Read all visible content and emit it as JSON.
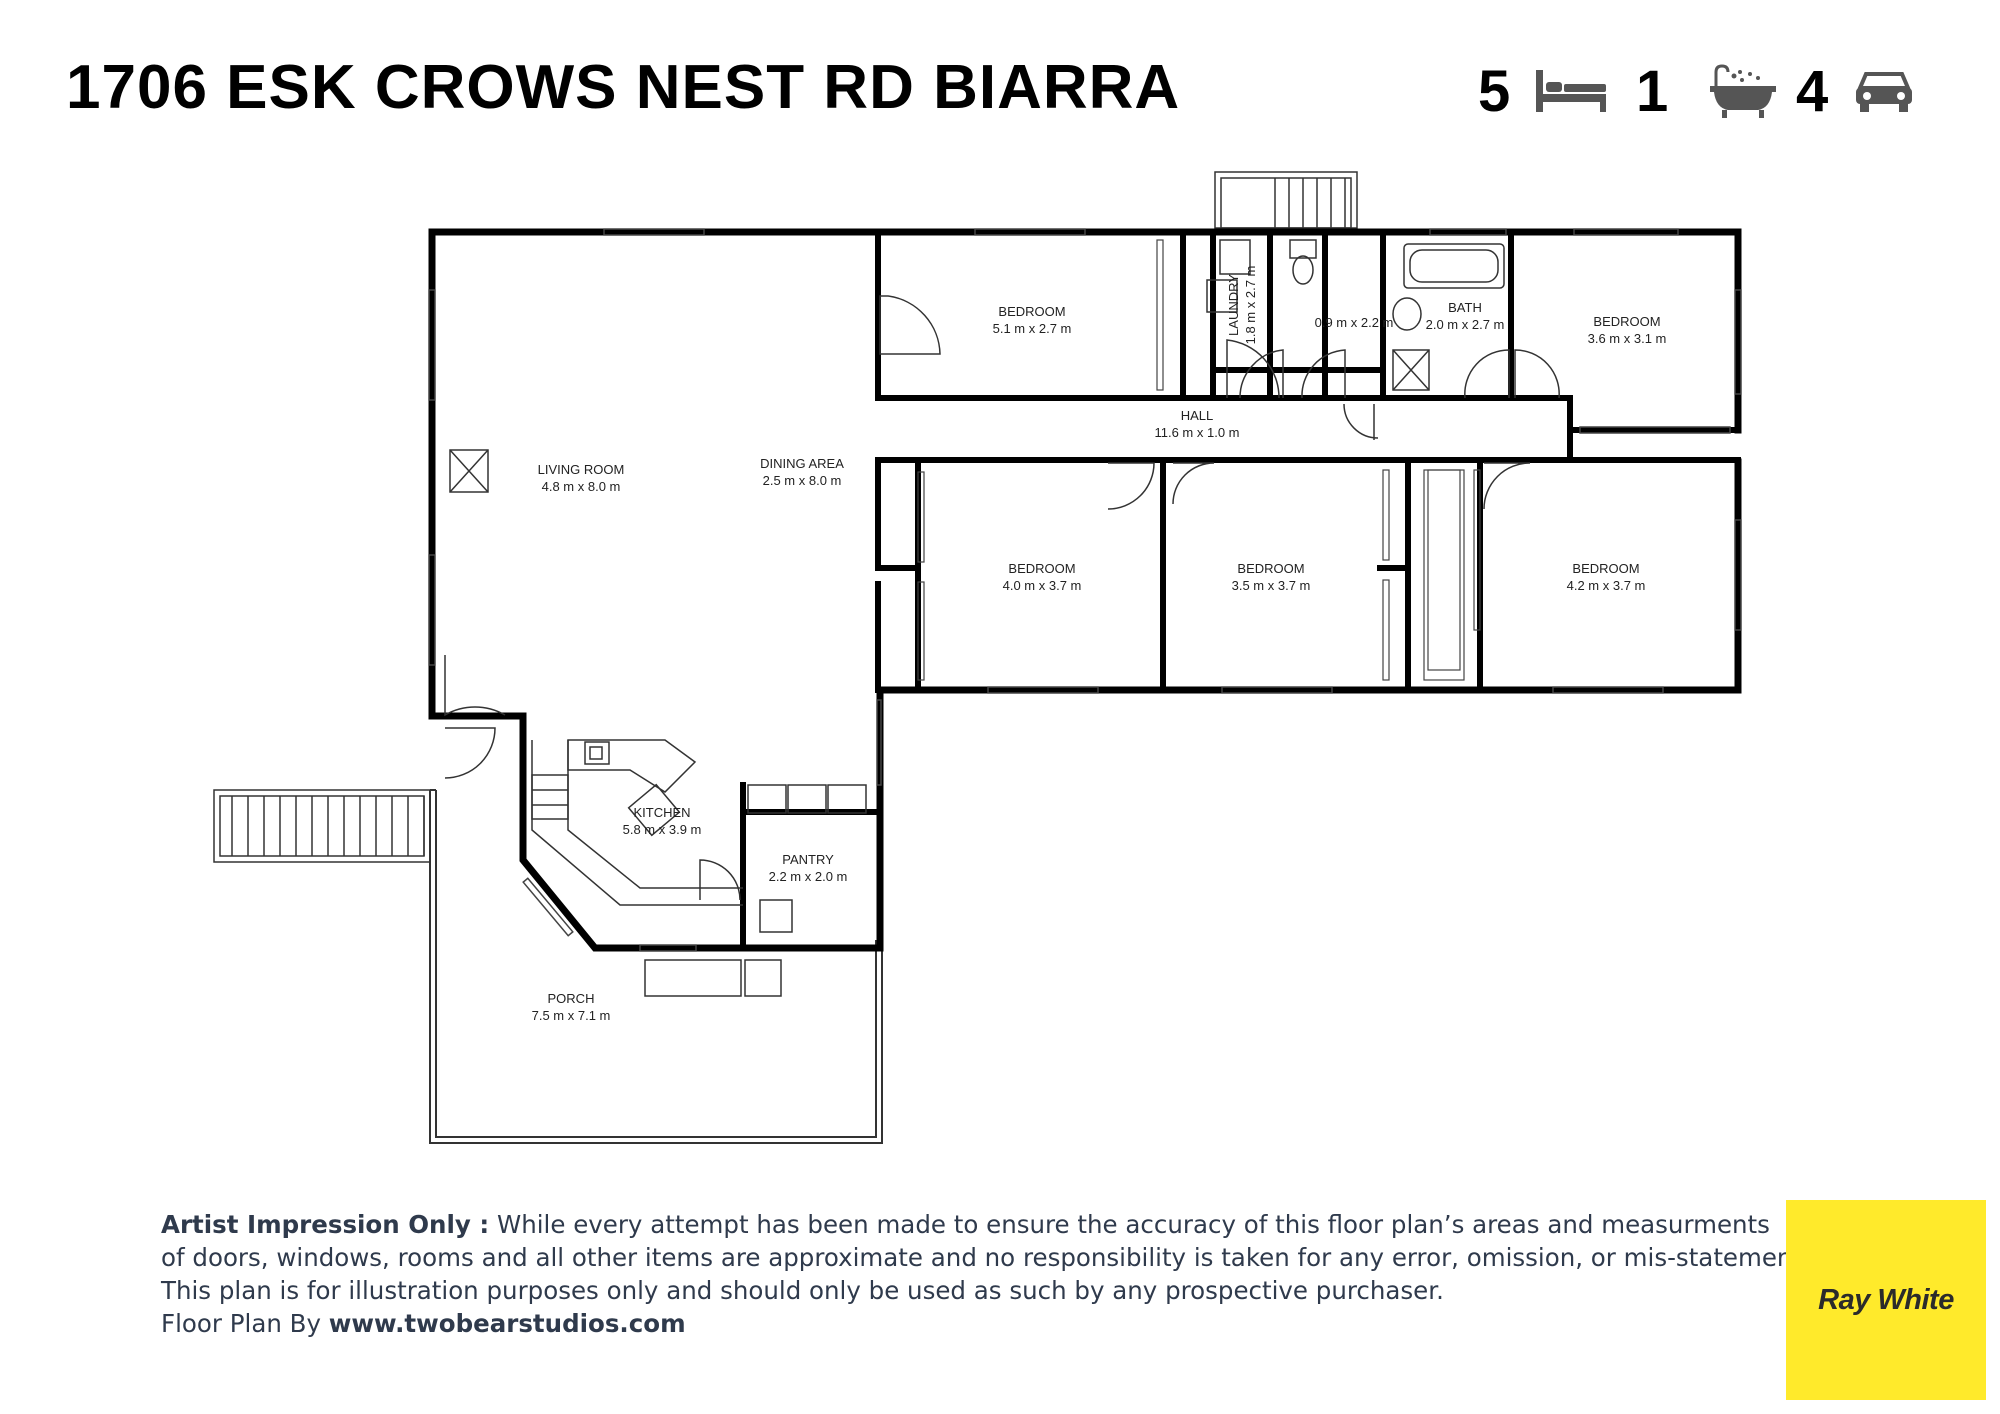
{
  "header": {
    "title": "1706 ESK CROWS NEST RD BIARRA",
    "bedrooms": "5",
    "bathrooms": "1",
    "car_spaces": "4",
    "icons": [
      "bed-icon",
      "bathtub-icon",
      "car-icon"
    ]
  },
  "rooms": {
    "living": {
      "name": "LIVING ROOM",
      "size": "4.8 m x 8.0 m"
    },
    "dining": {
      "name": "DINING AREA",
      "size": "2.5 m x 8.0 m"
    },
    "kitchen": {
      "name": "KITCHEN",
      "size": "5.8 m x 3.9 m"
    },
    "pantry": {
      "name": "PANTRY",
      "size": "2.2 m x 2.0 m"
    },
    "porch": {
      "name": "PORCH",
      "size": "7.5 m x 7.1 m"
    },
    "bedroom1": {
      "name": "BEDROOM",
      "size": "5.1 m x 2.7 m"
    },
    "laundry": {
      "name": "LAUNDRY",
      "size": "1.8 m x 2.7 m"
    },
    "wc": {
      "size": "0.9 m x 2.2 m"
    },
    "bath": {
      "name": "BATH",
      "size": "2.0 m x 2.7 m"
    },
    "bedroom2": {
      "name": "BEDROOM",
      "size": "3.6 m x 3.1 m"
    },
    "hall": {
      "name": "HALL",
      "size": "11.6 m x 1.0 m"
    },
    "bedroom3": {
      "name": "BEDROOM",
      "size": "4.0 m x 3.7 m"
    },
    "bedroom4": {
      "name": "BEDROOM",
      "size": "3.5 m x 3.7 m"
    },
    "bedroom5": {
      "name": "BEDROOM",
      "size": "4.2 m x 3.7 m"
    }
  },
  "disclaimer": {
    "heading": "Artist Impression Only :",
    "line1_rest": " While every attempt has been made to ensure the accuracy of this floor plan’s areas and measurments",
    "line2": "of doors, windows, rooms and all other items are approximate and no responsibility is taken for any error, omission, or mis-statement",
    "line3": "This plan is for illustration purposes only and should only be used as such by any prospective purchaser.",
    "credit_label": "Floor Plan By ",
    "credit_url": "www.twobearstudios.com"
  },
  "logo": {
    "text": "Ray White",
    "color": "#ffea2b"
  },
  "colors": {
    "wall": "#000000",
    "text": "#2f3a4c",
    "accent": "#ffea2b"
  }
}
